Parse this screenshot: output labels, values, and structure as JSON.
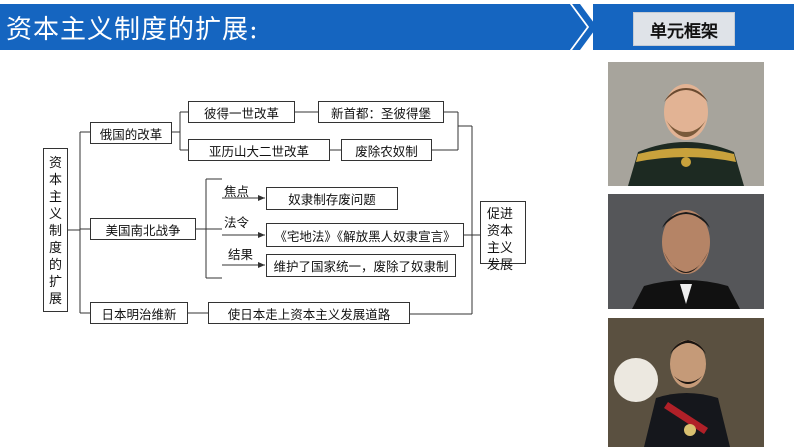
{
  "header": {
    "title": "资本主义制度的扩展:",
    "unit_label": "单元框架"
  },
  "diagram": {
    "root": "资本主义制度的扩展",
    "result": "促进资本主义发展",
    "russia": {
      "label": "俄国的改革",
      "peter": "彼得一世改革",
      "peter_result": "新首都：圣彼得堡",
      "alexander": "亚历山大二世改革",
      "alexander_result": "废除农奴制"
    },
    "usa": {
      "label": "美国南北战争",
      "focus_label": "焦点",
      "focus": "奴隶制存废问题",
      "decree_label": "法令",
      "decree": "《宅地法》《解放黑人奴隶宣言》",
      "result_label": "结果",
      "result": "维护了国家统一，废除了奴隶制"
    },
    "japan": {
      "label": "日本明治维新",
      "result": "使日本走上资本主义发展道路"
    }
  },
  "colors": {
    "header_blue": "#1565c0",
    "unit_box": "#dfe3e8"
  }
}
